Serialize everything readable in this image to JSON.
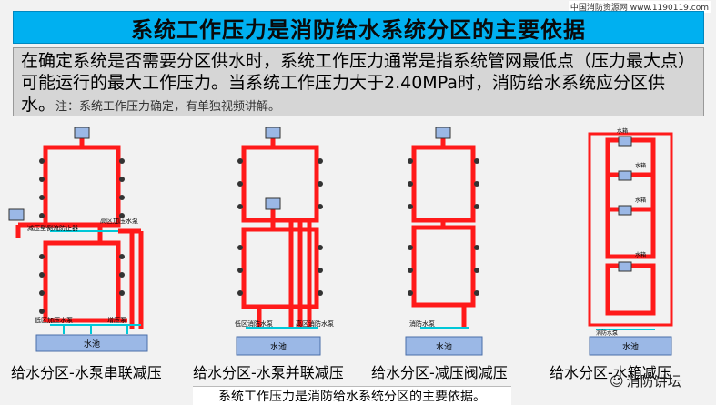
{
  "watermark_top": "中国消防资源网 www.1190119.com",
  "title": "系统工作压力是消防给水系统分区的主要依据",
  "intro": {
    "text": "在确定系统是否需要分区供水时，系统工作压力通常是指系统管网最低点（压力最大点）可能运行的最大工作压力。当系统工作压力大于2.40MPa时，消防给水系统应分区供水。",
    "note": "注：系统工作压力确定，有单独视频讲解。"
  },
  "diagrams": [
    {
      "caption": "给水分区-水泵串联减压",
      "tank_label": "水池",
      "labels": [
        "减压型倒流防止器",
        "高区加压水泵",
        "低区加压水泵",
        "增压泵"
      ]
    },
    {
      "caption": "给水分区-水泵并联减压",
      "tank_label": "水池",
      "labels": [
        "低区消防水泵",
        "高区消防水泵"
      ]
    },
    {
      "caption": "给水分区-减压阀减压",
      "tank_label": "水池",
      "labels": [
        "消防水泵"
      ]
    },
    {
      "caption": "给水分区-水箱减压",
      "tank_label": "水池",
      "labels": [
        "水箱",
        "水箱",
        "水箱",
        "水箱",
        "消防水泵"
      ]
    }
  ],
  "bottom_text": "系统工作压力是消防给水系统分区的主要依据。",
  "wechat_tag": "消防讲坛",
  "colors": {
    "title_bg": "#00b0f0",
    "pipe": "#ff1a1a",
    "tank": "#9bb8e6",
    "small_pipe": "#00c8d8"
  }
}
